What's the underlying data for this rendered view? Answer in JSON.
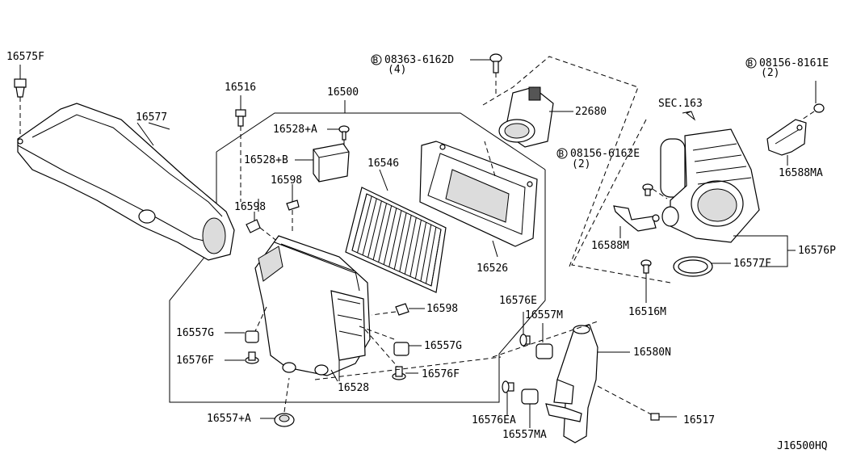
{
  "diagram_id": "J16500HQ",
  "labels": {
    "p16575F": "16575F",
    "p16577": "16577",
    "p16516": "16516",
    "p16500": "16500",
    "p16528A": "16528+A",
    "p16528B": "16528+B",
    "p16598a": "16598",
    "p16598b": "16598",
    "p16598c": "16598",
    "p16546": "16546",
    "p16526": "16526",
    "p22680": "22680",
    "p08363": "08363-6162D",
    "p08363q": "(4)",
    "p08156a": "08156-6162E",
    "p08156aq": "(2)",
    "p08156b": "08156-8161E",
    "p08156bq": "(2)",
    "sec163": "SEC.163",
    "p16588MA": "16588MA",
    "p16588M": "16588M",
    "p16576P": "16576P",
    "p16577F": "16577F",
    "p16516M": "16516M",
    "p16576E": "16576E",
    "p16557M": "16557M",
    "p16580N": "16580N",
    "p16557Ga": "16557G",
    "p16557Gb": "16557G",
    "p16576Fa": "16576F",
    "p16576Fb": "16576F",
    "p16528": "16528",
    "p16557A": "16557+A",
    "p16576EA": "16576EA",
    "p16557MA": "16557MA",
    "p16517": "16517"
  },
  "bolt_marker": "B"
}
